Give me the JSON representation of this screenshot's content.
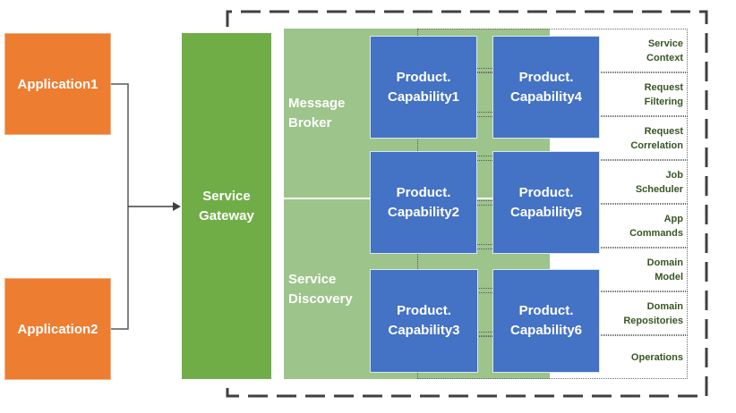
{
  "applications": [
    {
      "label": "Application1"
    },
    {
      "label": "Application2"
    }
  ],
  "gateway": {
    "line1": "Service",
    "line2": "Gateway"
  },
  "panel": {
    "sections": [
      {
        "line1": "Message",
        "line2": "Broker"
      },
      {
        "line1": "Service",
        "line2": "Discovery"
      }
    ]
  },
  "capabilities": [
    {
      "line1": "Product.",
      "line2": "Capability1"
    },
    {
      "line1": "Product.",
      "line2": "Capability2"
    },
    {
      "line1": "Product.",
      "line2": "Capability3"
    },
    {
      "line1": "Product.",
      "line2": "Capability4"
    },
    {
      "line1": "Product.",
      "line2": "Capability5"
    },
    {
      "line1": "Product.",
      "line2": "Capability6"
    }
  ],
  "concerns": [
    {
      "line1": "Service",
      "line2": "Context"
    },
    {
      "line1": "Request",
      "line2": "Filtering"
    },
    {
      "line1": "Request",
      "line2": "Correlation"
    },
    {
      "line1": "Job",
      "line2": "Scheduler"
    },
    {
      "line1": "App",
      "line2": "Commands"
    },
    {
      "line1": "Domain",
      "line2": "Model"
    },
    {
      "line1": "Domain",
      "line2": "Repositories"
    },
    {
      "line1": "",
      "line2": "Operations"
    }
  ],
  "colors": {
    "application": "#ed7d31",
    "gateway": "#70ad47",
    "panel": "#9dc48a",
    "capability": "#4472c4",
    "concern_text": "#375623"
  }
}
